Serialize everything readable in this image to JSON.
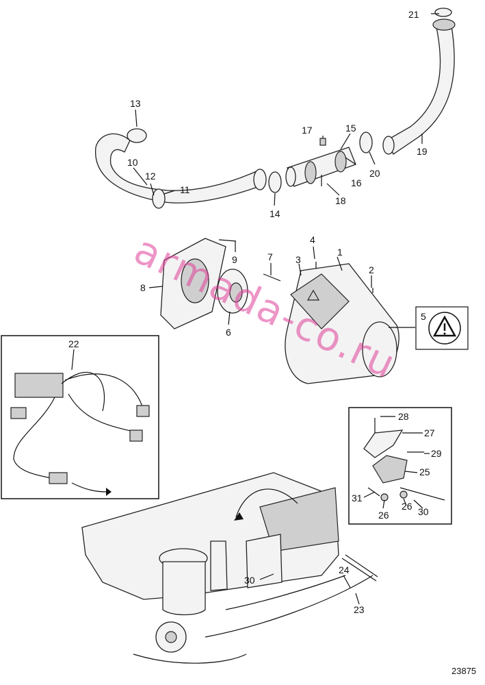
{
  "diagram": {
    "labels": [
      "1",
      "2",
      "3",
      "4",
      "5",
      "6",
      "7",
      "8",
      "9",
      "10",
      "11",
      "12",
      "13",
      "14",
      "15",
      "16",
      "17",
      "18",
      "19",
      "20",
      "21",
      "22",
      "23",
      "24",
      "25",
      "26",
      "26",
      "27",
      "28",
      "29",
      "30",
      "30",
      "31"
    ],
    "reference_number": "23875",
    "watermark": "armada-co.ru",
    "warning_symbol": "warning-triangle-icon"
  }
}
